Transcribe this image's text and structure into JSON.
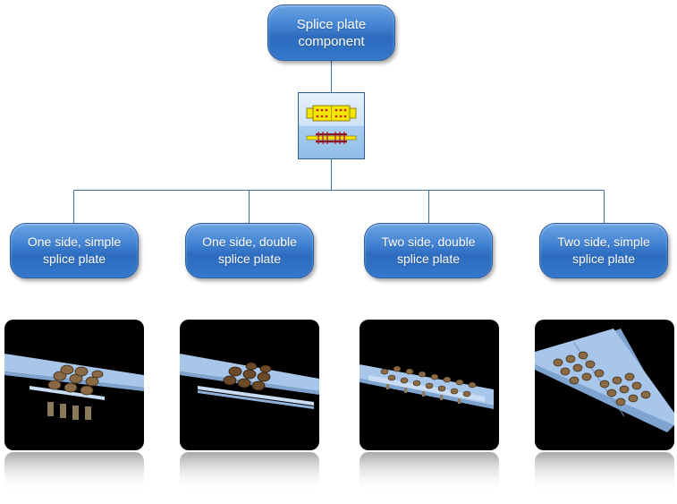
{
  "root": {
    "label": "Splice plate\ncomponent",
    "icon": "splice-plate-component-icon"
  },
  "children": [
    {
      "label": "One side, simple\nsplice plate",
      "image": "one-side-simple-splice-plate-render"
    },
    {
      "label": "One side, double\nsplice plate",
      "image": "one-side-double-splice-plate-render"
    },
    {
      "label": "Two side, double\nsplice plate",
      "image": "two-side-double-splice-plate-render"
    },
    {
      "label": "Two side, simple\nsplice plate",
      "image": "two-side-simple-splice-plate-render"
    }
  ],
  "colors": {
    "node_fill": "#3e7fd0",
    "node_border": "#2a5fa6",
    "connector": "#3a6fa0",
    "plate": "#a8c6ea",
    "bolt": "#8a6a45",
    "photo_bg": "#000000",
    "icon_plate": "#f5e600",
    "icon_bolt": "#c0202a"
  }
}
